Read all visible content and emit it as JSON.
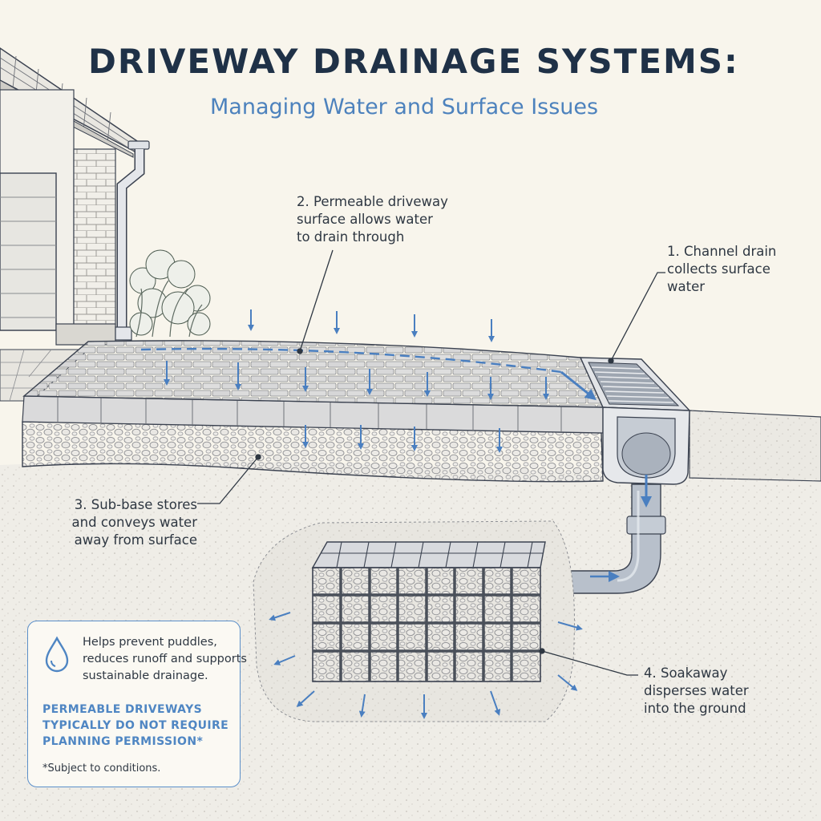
{
  "header": {
    "title": "DRIVEWAY DRAINAGE SYSTEMS:",
    "subtitle": "Managing Water and Surface Issues"
  },
  "labels": {
    "channel_drain": [
      "1. Channel drain",
      "collects surface",
      "water"
    ],
    "permeable_surface": [
      "2. Permeable driveway",
      "surface allows water",
      "to drain through"
    ],
    "sub_base": [
      "3. Sub-base stores",
      "and conveys water",
      "away from surface"
    ],
    "soakaway": [
      "4. Soakaway",
      "disperses water",
      "into the ground"
    ]
  },
  "info_box": {
    "icon": "water-drop-icon",
    "text": [
      "Helps prevent puddles,",
      "reduces runoff and supports",
      "sustainable drainage."
    ],
    "callout": [
      "PERMEABLE DRIVEWAYS",
      "TYPICALLY DO NOT REQUIRE",
      "PLANNING PERMISSION*"
    ],
    "footnote": "*Subject to conditions."
  },
  "colors": {
    "title": "#1f3147",
    "accent_blue": "#4d82bd",
    "water_arrow": "#4a7fc0",
    "line": "#3b4250",
    "background": "#f8f5ec"
  }
}
